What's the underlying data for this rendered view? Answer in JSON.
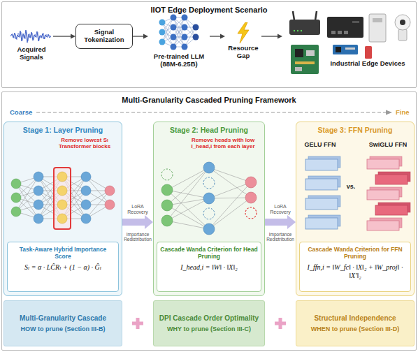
{
  "diagram": {
    "nodes": [
      {
        "text": [
          "IIOT Edge Deployment Scenario"
        ]
      },
      {
        "text": [
          "Acquired Signals"
        ],
        "in": 0
      },
      {
        "text": [
          "Signal Tokenization"
        ],
        "in": 0
      },
      {
        "text": [
          "Pre-trained LLM (88M-6.25B)"
        ],
        "in": 0
      },
      {
        "text": [
          "Resource Gap"
        ],
        "in": 0
      },
      {
        "text": [
          "Industrial Edge Devices"
        ],
        "in": 0
      },
      {
        "text": [
          "Multi-Granularity Cascaded Pruning Framework"
        ]
      },
      {
        "text": [
          "Stage 1: Layer Pruning",
          "Remove lowest Sₗ Transformer blocks"
        ],
        "in": 6
      },
      {
        "text": [
          "Task-Aware Hybrid Importance Score",
          "Sₗ = α · LĈRₗ + (1 − α) · Ĝₗ"
        ],
        "in": 7
      },
      {
        "text": [
          "Stage 2: Head Pruning",
          "Remove heads with low I_head,i from each layer"
        ],
        "in": 6
      },
      {
        "text": [
          "Cascade Wanda Criterion for Head Pruning",
          "I_head,i = ‖W‖ · ‖X‖₂"
        ],
        "in": 9
      },
      {
        "text": [
          "Stage 3: FFN Pruning"
        ],
        "in": 6
      },
      {
        "text": [
          "Cascade Wanda Criterion for FFN Pruning",
          "I_ffn,i = ‖W_fc‖ · ‖X‖₂ + ‖W_proj‖ · ‖X′‖₂"
        ],
        "in": 11
      },
      {
        "text": [
          "Multi-Granularity Cascade",
          "HOW to prune (Section III-B)"
        ],
        "in": 6
      },
      {
        "text": [
          "DPI Cascade Order Optimality",
          "WHY to prune (Section III-C)"
        ],
        "in": 6
      },
      {
        "text": [
          "Structural Independence",
          "WHEN to prune (Section III-D)"
        ],
        "in": 6
      }
    ],
    "edges": [
      {
        "from": 1,
        "to": 2,
        "arrow": "to"
      },
      {
        "from": 2,
        "to": 3,
        "arrow": "to"
      },
      {
        "from": 3,
        "to": 4,
        "arrow": "to"
      },
      {
        "from": 4,
        "to": 5,
        "arrow": "to"
      },
      {
        "from": 7,
        "to": 9,
        "label": "LoRA Recovery",
        "arrow": "to"
      },
      {
        "from": 9,
        "to": 11,
        "label": "LoRA Recovery",
        "arrow": "to"
      }
    ],
    "labels": [
      "Coarse",
      "Fine",
      "Importance Redistribution",
      "Importance Redistribution",
      "GELU FFN",
      "vs.",
      "SwiGLU FFN"
    ]
  }
}
